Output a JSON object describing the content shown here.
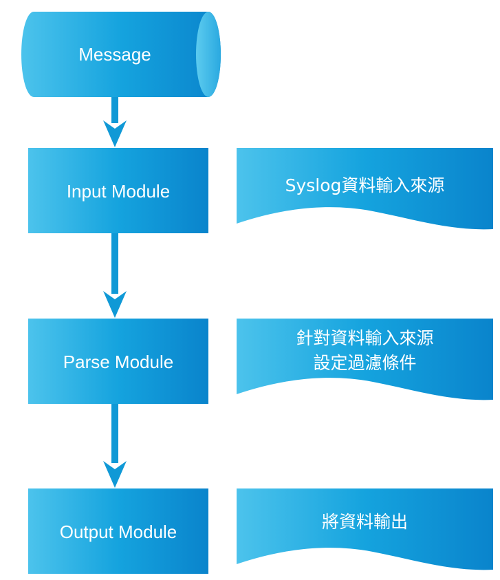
{
  "flow": {
    "message": "Message",
    "input_module": "Input Module",
    "parse_module": "Parse Module",
    "output_module": "Output Module"
  },
  "notes": {
    "input_note": "Syslog資料輸入來源",
    "parse_note_line1": "針對資料輸入來源",
    "parse_note_line2": "設定過濾條件",
    "output_note": "將資料輸出"
  },
  "colors": {
    "box_light": "#4cc3ec",
    "box_dark": "#0a84cc",
    "arrow": "#1099d6",
    "text": "#ffffff"
  }
}
